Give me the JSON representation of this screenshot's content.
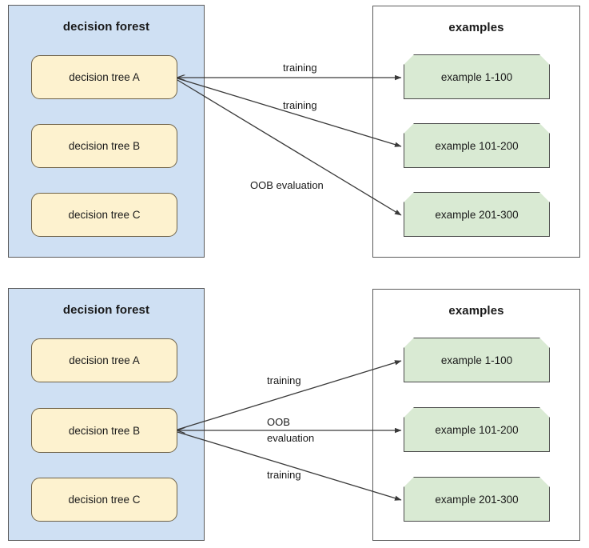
{
  "colors": {
    "forest_panel_fill": "#cfe0f3",
    "examples_panel_fill": "#ffffff",
    "tree_node_fill": "#fdf2cf",
    "tree_node_border": "#6f6247",
    "example_node_fill": "#d9ead3",
    "example_node_border": "#4a4a4a",
    "panel_border": "#5b5b5b",
    "arrow_color": "#3a3a3a",
    "text_color": "#1a1a1a"
  },
  "diagrams": [
    {
      "id": "top",
      "forest": {
        "title": "decision forest",
        "trees": [
          {
            "label": "decision tree A",
            "active": true
          },
          {
            "label": "decision tree B",
            "active": false
          },
          {
            "label": "decision tree C",
            "active": false
          }
        ]
      },
      "examples": {
        "title": "examples",
        "items": [
          {
            "label": "example 1-100"
          },
          {
            "label": "example 101-200"
          },
          {
            "label": "example 201-300"
          }
        ]
      },
      "edges": [
        {
          "from": "decision tree A",
          "to": "example 1-100",
          "label": "training"
        },
        {
          "from": "decision tree A",
          "to": "example 101-200",
          "label": "training"
        },
        {
          "from": "decision tree A",
          "to": "example 201-300",
          "label": "OOB evaluation"
        }
      ]
    },
    {
      "id": "bottom",
      "forest": {
        "title": "decision forest",
        "trees": [
          {
            "label": "decision tree A",
            "active": false
          },
          {
            "label": "decision tree B",
            "active": true
          },
          {
            "label": "decision tree C",
            "active": false
          }
        ]
      },
      "examples": {
        "title": "examples",
        "items": [
          {
            "label": "example 1-100"
          },
          {
            "label": "example 101-200"
          },
          {
            "label": "example 201-300"
          }
        ]
      },
      "edges": [
        {
          "from": "decision tree B",
          "to": "example 1-100",
          "label": "training"
        },
        {
          "from": "decision tree B",
          "to": "example 101-200",
          "label_line1": "OOB",
          "label_line2": "evaluation"
        },
        {
          "from": "decision tree B",
          "to": "example 201-300",
          "label": "training"
        }
      ]
    }
  ]
}
